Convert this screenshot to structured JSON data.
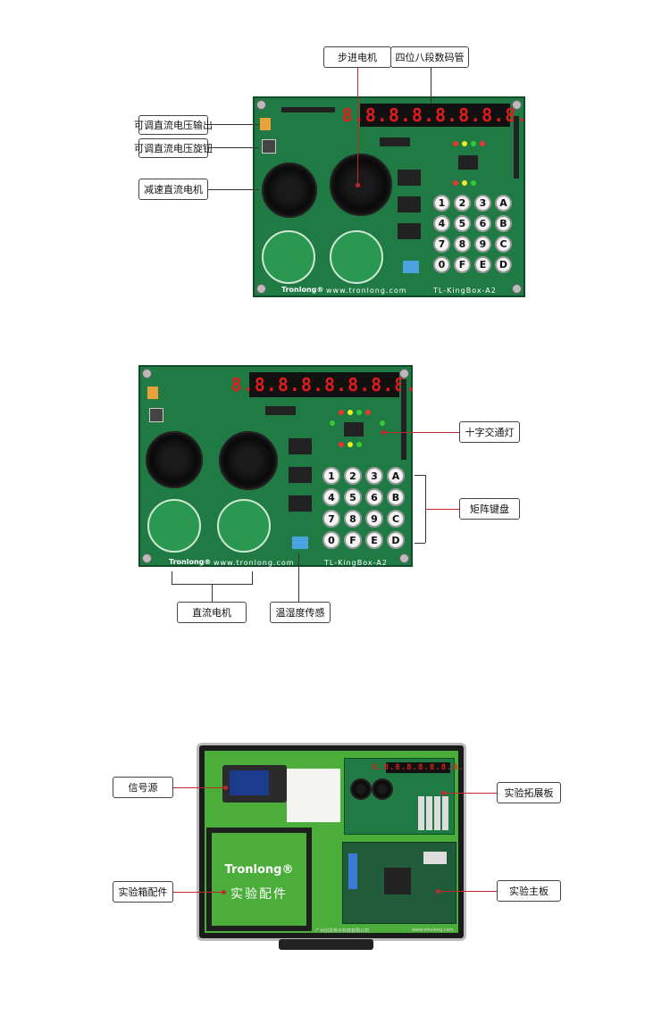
{
  "callouts": {
    "stepper_motor": "步进电机",
    "seven_segment": "四位八段数码管",
    "dc_voltage_output": "可调直流电压输出",
    "dc_voltage_knob": "可调直流电压旋钮",
    "gear_dc_motor": "减速直流电机",
    "traffic_light": "十字交通灯",
    "matrix_keypad": "矩阵键盘",
    "dc_motor": "直流电机",
    "temp_humidity": "温湿度传感",
    "signal_source": "信号源",
    "expansion_board": "实验拓展板",
    "accessories": "实验箱配件",
    "main_board": "实验主板"
  },
  "board": {
    "brand": "Tronlong®",
    "website": "www.tronlong.com",
    "model": "TL-KingBox-A2",
    "segment_text": "8.8.8.8.8.8.8.8.",
    "keys": [
      "1",
      "2",
      "3",
      "A",
      "4",
      "5",
      "6",
      "B",
      "7",
      "8",
      "9",
      "C",
      "0",
      "F",
      "E",
      "D"
    ]
  },
  "case": {
    "brand": "Tronlong®",
    "accessories_text": "实验配件",
    "footer_left": "广州创龙电子科技有限公司",
    "footer_right": "www.tronlong.com"
  }
}
